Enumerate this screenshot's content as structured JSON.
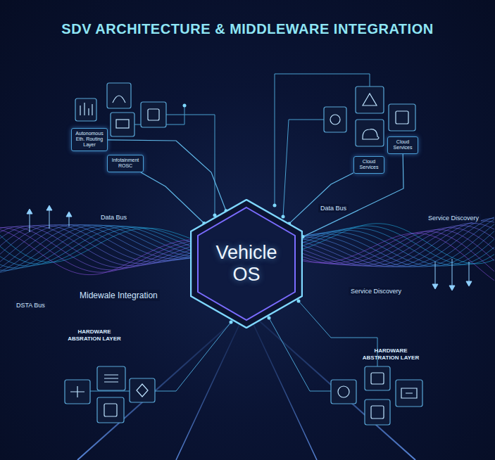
{
  "diagram": {
    "title": "SDV ARCHITECTURE & MIDDLEWARE INTEGRATION",
    "nodes": [
      {
        "text": [
          "Autonomous Eth. Routing Layer"
        ]
      },
      {
        "text": [
          "Infotainment",
          "ROSC"
        ]
      },
      {
        "text": [
          "Cloud Services"
        ]
      },
      {
        "text": [
          "Cloud Services"
        ]
      },
      {
        "text": [
          "Vehicle OS"
        ]
      }
    ],
    "edges": [
      {
        "from": 0,
        "to": 4,
        "arrow": "none"
      },
      {
        "from": 1,
        "to": 4,
        "arrow": "none"
      },
      {
        "from": 2,
        "to": 4,
        "arrow": "none"
      },
      {
        "from": 3,
        "to": 4,
        "arrow": "none"
      }
    ],
    "labels": [
      "Data Bus",
      "Data Bus",
      "Service Discovery",
      "Midewale Integration",
      "DSTA Bus",
      "Service Discovery",
      "HARDWARE ABSRATION LAYER",
      "HARDWARE ABSTRATION LAYER"
    ]
  }
}
